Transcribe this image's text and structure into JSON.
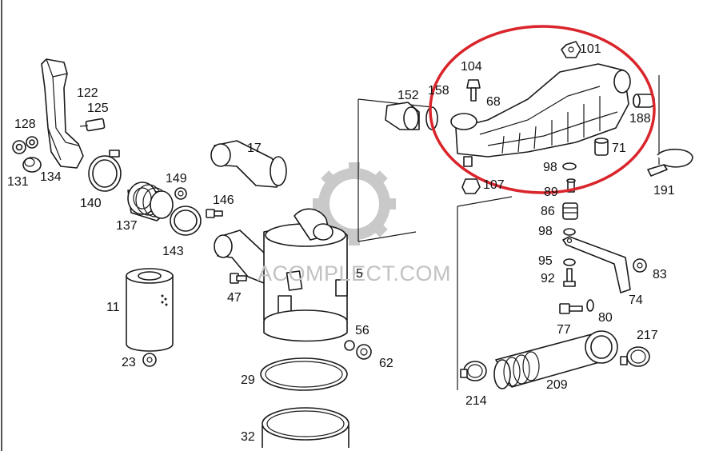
{
  "watermark": {
    "text": "ACOMPLECT.COM"
  },
  "highlight": {
    "color": "#d9252b"
  },
  "labels": {
    "p101": "101",
    "p104": "104",
    "p152": "152",
    "p158": "158",
    "p68": "68",
    "p188": "188",
    "p71": "71",
    "p98a": "98",
    "p107": "107",
    "p89": "89",
    "p86": "86",
    "p98b": "98",
    "p95": "95",
    "p92": "92",
    "p83": "83",
    "p74": "74",
    "p77": "77",
    "p80": "80",
    "p217": "217",
    "p209": "209",
    "p214": "214",
    "p191": "191",
    "p122": "122",
    "p125": "125",
    "p128": "128",
    "p131": "131",
    "p134": "134",
    "p140": "140",
    "p149": "149",
    "p146": "146",
    "p137": "137",
    "p143": "143",
    "p17": "17",
    "p5": "5",
    "p47": "47",
    "p11": "11",
    "p23": "23",
    "p56": "56",
    "p62": "62",
    "p29": "29",
    "p32": "32"
  }
}
